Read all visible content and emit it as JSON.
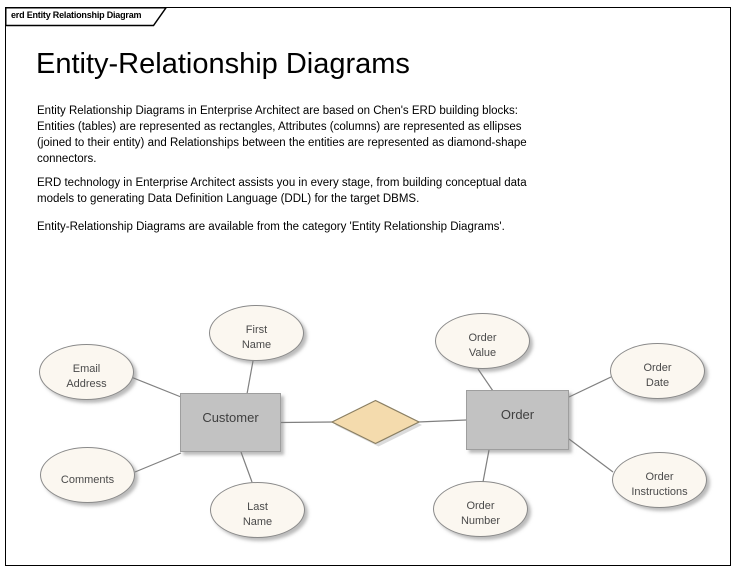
{
  "frame": {
    "tab_label": "erd Entity Relationship Diagram"
  },
  "content": {
    "title": "Entity-Relationship Diagrams",
    "paragraphs": [
      "Entity Relationship Diagrams in Enterprise Architect are based on Chen's ERD building blocks:\nEntities (tables) are represented as rectangles, Attributes (columns) are represented as ellipses\n(joined to their entity) and Relationships between the entities are represented as diamond-shape\nconnectors.",
      "ERD technology in Enterprise Architect assists you in every stage, from building conceptual data\nmodels to generating Data Definition Language (DDL) for the target DBMS.",
      "Entity-Relationship Diagrams are available from the category 'Entity Relationship Diagrams'."
    ]
  },
  "diagram": {
    "entities": {
      "customer": {
        "label": "Customer"
      },
      "order": {
        "label": "Order"
      }
    },
    "attributes": {
      "email_address": {
        "label": "Email\nAddress"
      },
      "first_name": {
        "label": "First\nName"
      },
      "comments": {
        "label": "Comments"
      },
      "last_name": {
        "label": "Last\nName"
      },
      "order_value": {
        "label": "Order\nValue"
      },
      "order_date": {
        "label": "Order\nDate"
      },
      "order_number": {
        "label": "Order\nNumber"
      },
      "order_instructions": {
        "label": "Order\nInstructions"
      }
    },
    "relationship": {
      "type": "diamond-connector",
      "label": ""
    },
    "colors": {
      "entity_fill": "#C2C2C2",
      "entity_border": "#9E9E9E",
      "attribute_fill": "#FBF7F0",
      "attribute_border": "#8A8A8A",
      "relationship_fill": "#F4DBAD",
      "relationship_border": "#8A7F63",
      "connector": "#808080",
      "frame_border": "#000000"
    }
  }
}
